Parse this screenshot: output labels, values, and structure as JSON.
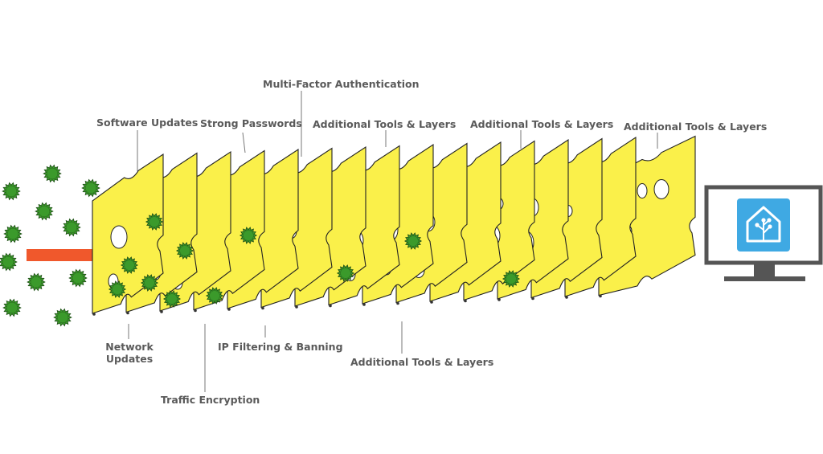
{
  "labels": {
    "software_updates": "Software Updates",
    "strong_passwords": "Strong Passwords",
    "mfa": "Multi-Factor Authentication",
    "additional_1": "Additional Tools & Layers",
    "additional_2": "Additional Tools & Layers",
    "additional_3": "Additional Tools & Layers",
    "network_updates_line1": "Network",
    "network_updates_line2": "Updates",
    "ip_filtering": "IP Filtering & Banning",
    "additional_bottom": "Additional Tools & Layers",
    "traffic_encryption": "Traffic Encryption"
  },
  "colors": {
    "slice_fill": "#faf04a",
    "slice_stroke": "#222222",
    "threat": "#3b9a2b",
    "arrow": "#f0582c",
    "label_text": "#5a5a5a",
    "leader_line": "#777777",
    "monitor_frame": "#555555",
    "screen_bg": "#ffffff",
    "app_icon_bg": "#3fa9e3"
  },
  "icons": {
    "threat": "virus-icon",
    "arrow": "attack-arrow-icon",
    "monitor": "monitor-icon",
    "app": "home-assistant-icon"
  }
}
